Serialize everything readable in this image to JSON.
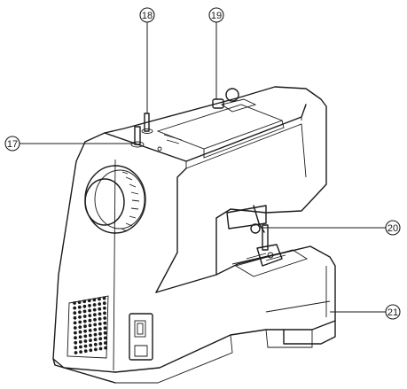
{
  "callouts": [
    {
      "id": "17",
      "label": "17"
    },
    {
      "id": "18",
      "label": "18"
    },
    {
      "id": "19",
      "label": "19"
    },
    {
      "id": "20",
      "label": "20"
    },
    {
      "id": "21",
      "label": "21"
    }
  ],
  "colors": {
    "ink": "#1a1a1a",
    "background": "#ffffff"
  },
  "icons": [
    "handwheel-icon",
    "vent-grille-icon",
    "power-switch-icon"
  ]
}
